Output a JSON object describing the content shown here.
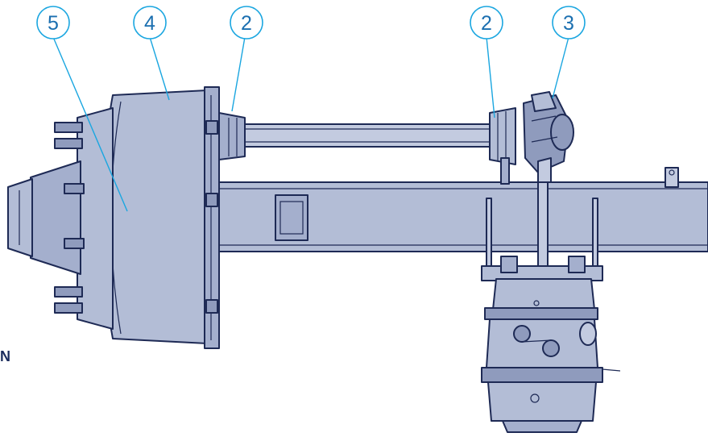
{
  "callouts": [
    {
      "id": "c5",
      "label": "5"
    },
    {
      "id": "c4",
      "label": "4"
    },
    {
      "id": "c2a",
      "label": "2"
    },
    {
      "id": "c2b",
      "label": "2"
    },
    {
      "id": "c3",
      "label": "3"
    }
  ],
  "edge_text": "N",
  "colors": {
    "callout_stroke": "#1aa6e0",
    "callout_text": "#1b6fb0",
    "part_fill": "#b3bdd6",
    "part_outline": "#1e2a55",
    "edge_text": "#1a2b5c"
  }
}
